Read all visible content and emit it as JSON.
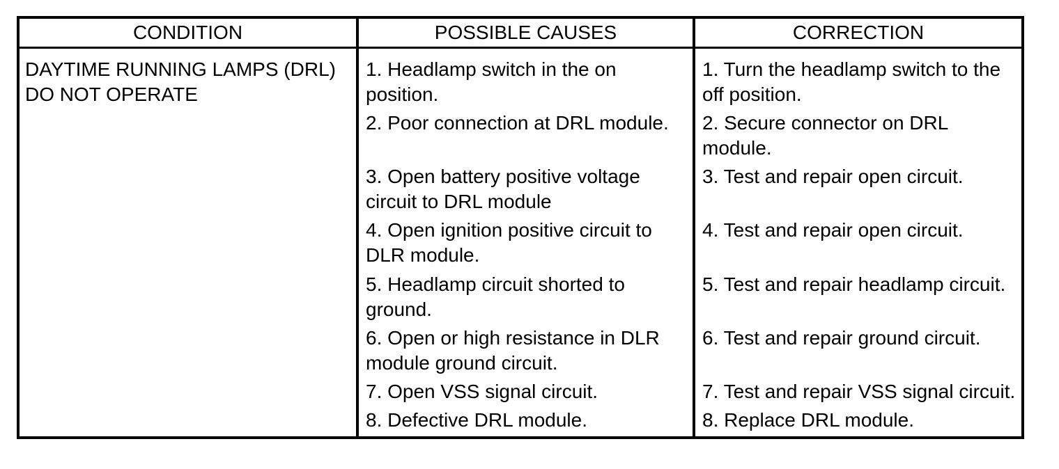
{
  "table": {
    "headers": [
      {
        "label": "CONDITION"
      },
      {
        "label": "POSSIBLE CAUSES"
      },
      {
        "label": "CORRECTION"
      }
    ],
    "condition_text": "DAYTIME RUNNING LAMPS (DRL)\nDO NOT OPERATE",
    "rows": [
      {
        "cause": "1. Headlamp switch in the on\nposition.",
        "correction": "1. Turn the headlamp switch to the\noff position."
      },
      {
        "cause": "2. Poor connection at DRL module.",
        "correction": "2. Secure connector on DRL\nmodule."
      },
      {
        "cause": "3. Open battery positive voltage\ncircuit to DRL module",
        "correction": "3. Test and repair open circuit."
      },
      {
        "cause": "4. Open ignition positive circuit to\nDLR module.",
        "correction": "4. Test and repair open circuit."
      },
      {
        "cause": "5. Headlamp circuit shorted to\nground.",
        "correction": "5. Test and repair headlamp circuit."
      },
      {
        "cause": "6. Open or high resistance in DLR\nmodule ground circuit.",
        "correction": "6. Test and repair ground circuit."
      },
      {
        "cause": "7. Open VSS signal circuit.",
        "correction": "7. Test and repair VSS signal circuit."
      },
      {
        "cause": "8. Defective DRL module.",
        "correction": "8. Replace DRL module."
      }
    ]
  }
}
